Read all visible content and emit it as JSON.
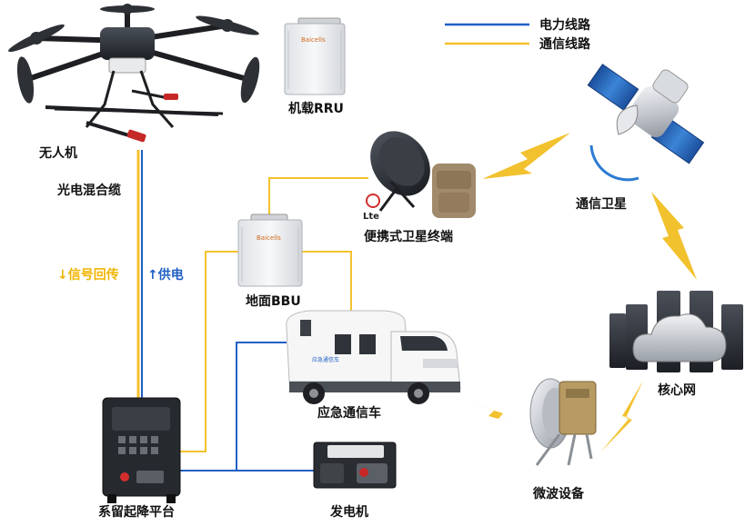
{
  "legend": {
    "power": {
      "label": "电力线路",
      "color": "#1f5fc4"
    },
    "comm": {
      "label": "通信线路",
      "color": "#f5c12e"
    }
  },
  "nodes": {
    "drone": "无人机",
    "rru": "机载RRU",
    "cable": "光电混合缆",
    "signal_return": "↓信号回传",
    "power_supply": "↑供电",
    "bbu": "地面BBU",
    "satcom": "便携式卫星终端",
    "satellite": "通信卫星",
    "core": "核心网",
    "vehicle": "应急通信车",
    "microwave": "微波设备",
    "generator": "发电机",
    "platform": "系留起降平台"
  },
  "device_text": {
    "brand": "Baicells",
    "lte": "Lte",
    "vehicle_side": "应急通信车"
  },
  "colors": {
    "power_line": "#1f5fc4",
    "comm_line": "#f5c12e",
    "lightning": "#f2c12e",
    "signal_text": "#f0b400",
    "power_text": "#1f5fc4",
    "brand": "#d2691e"
  }
}
